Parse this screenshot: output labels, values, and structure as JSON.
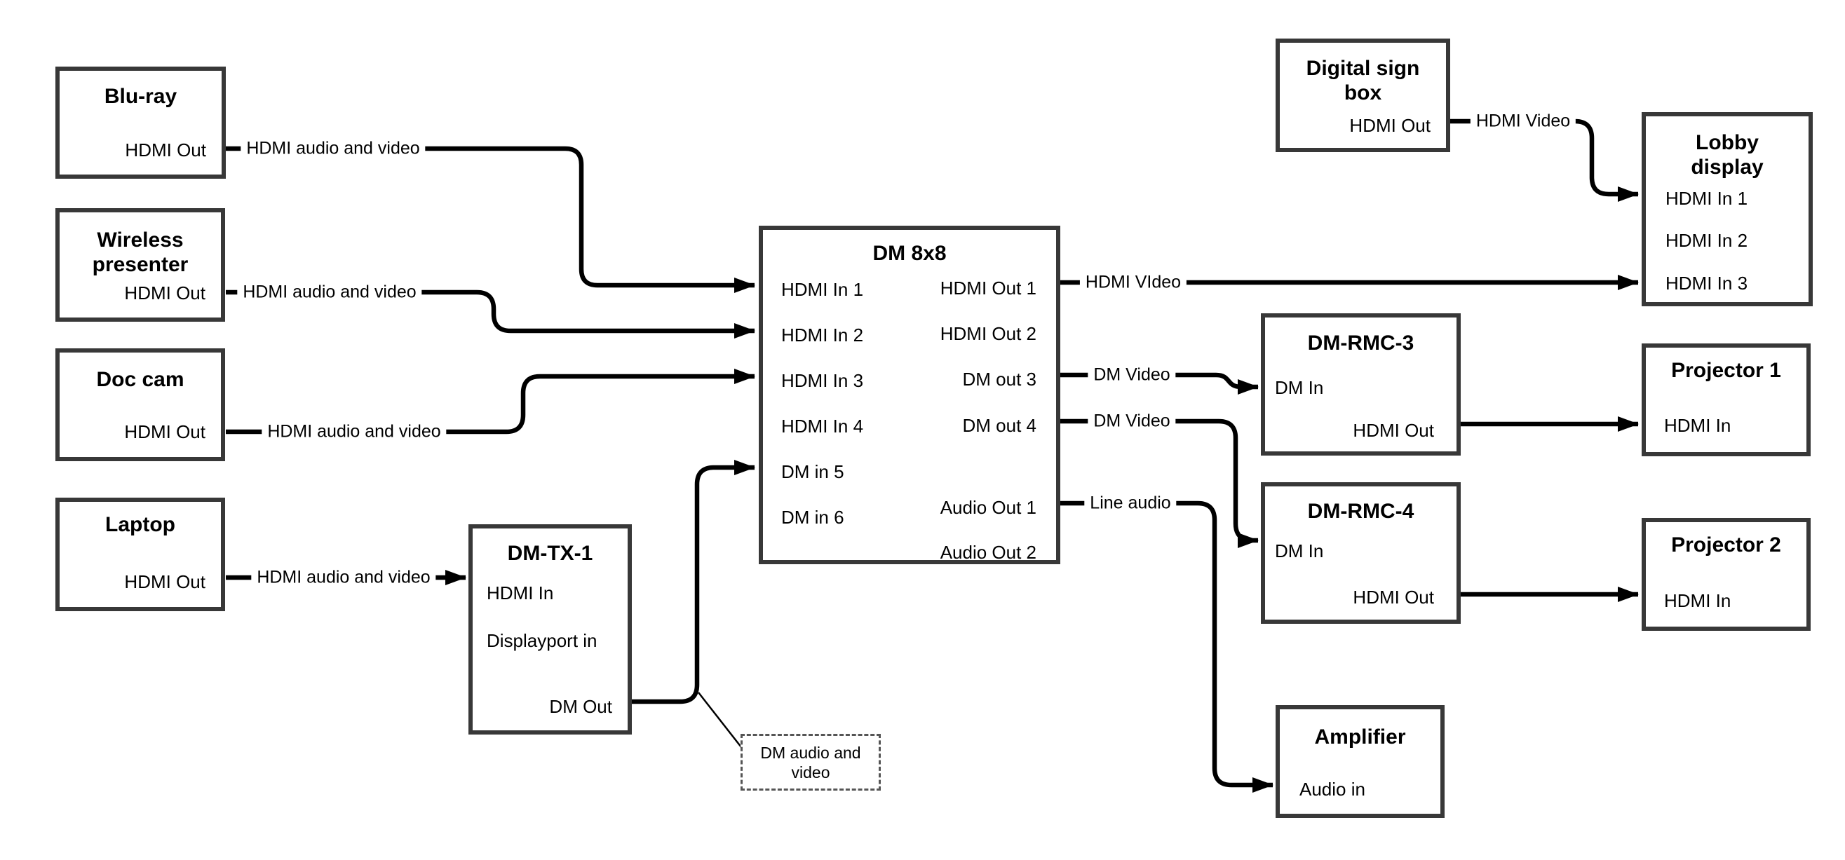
{
  "style": {
    "background": "#ffffff",
    "wire_color": "#000000",
    "box_border_color": "#383838",
    "text_color": "#000000"
  },
  "boxes": {
    "bluray": {
      "title": "Blu-ray",
      "hdmi_out": "HDMI Out"
    },
    "wireless_presenter": {
      "title": "Wireless presenter",
      "hdmi_out": "HDMI Out"
    },
    "doc_cam": {
      "title": "Doc cam",
      "hdmi_out": "HDMI Out"
    },
    "laptop": {
      "title": "Laptop",
      "hdmi_out": "HDMI Out"
    },
    "dm_tx_1": {
      "title": "DM-TX-1",
      "hdmi_in": "HDMI In",
      "displayport_in": "Displayport in",
      "dm_out": "DM Out"
    },
    "dm_8x8": {
      "title": "DM 8x8",
      "hdmi_in_1": "HDMI In 1",
      "hdmi_in_2": "HDMI In 2",
      "hdmi_in_3": "HDMI In 3",
      "hdmi_in_4": "HDMI In 4",
      "dm_in_5": "DM in 5",
      "dm_in_6": "DM in 6",
      "hdmi_out_1": "HDMI Out 1",
      "hdmi_out_2": "HDMI Out 2",
      "dm_out_3": "DM out 3",
      "dm_out_4": "DM out 4",
      "audio_out_1": "Audio Out 1",
      "audio_out_2": "Audio Out 2"
    },
    "digital_sign_box": {
      "title": "Digital sign box",
      "hdmi_out": "HDMI Out"
    },
    "lobby_display": {
      "title": "Lobby display",
      "hdmi_in_1": "HDMI In 1",
      "hdmi_in_2": "HDMI In 2",
      "hdmi_in_3": "HDMI In 3"
    },
    "dm_rmc_3": {
      "title": "DM-RMC-3",
      "dm_in": "DM In",
      "hdmi_out": "HDMI Out"
    },
    "projector_1": {
      "title": "Projector 1",
      "hdmi_in": "HDMI In"
    },
    "dm_rmc_4": {
      "title": "DM-RMC-4",
      "dm_in": "DM In",
      "hdmi_out": "HDMI Out"
    },
    "projector_2": {
      "title": "Projector 2",
      "hdmi_in": "HDMI In"
    },
    "amplifier": {
      "title": "Amplifier",
      "audio_in": "Audio in"
    }
  },
  "edge_labels": {
    "bluray_to_dm8x8": "HDMI audio and video",
    "wireless_to_dm8x8": "HDMI audio and video",
    "doccam_to_dm8x8": "HDMI audio and video",
    "laptop_to_dmtx1": "HDMI audio and video",
    "hdmiout1_to_lobby": "HDMI VIdeo",
    "digitalsign_to_lobby": "HDMI Video",
    "dmout3_to_rmc3": "DM Video",
    "dmout4_to_rmc4": "DM Video",
    "audioout1_to_amp": "Line audio"
  },
  "note": {
    "dm_audio_video": "DM audio and video"
  }
}
